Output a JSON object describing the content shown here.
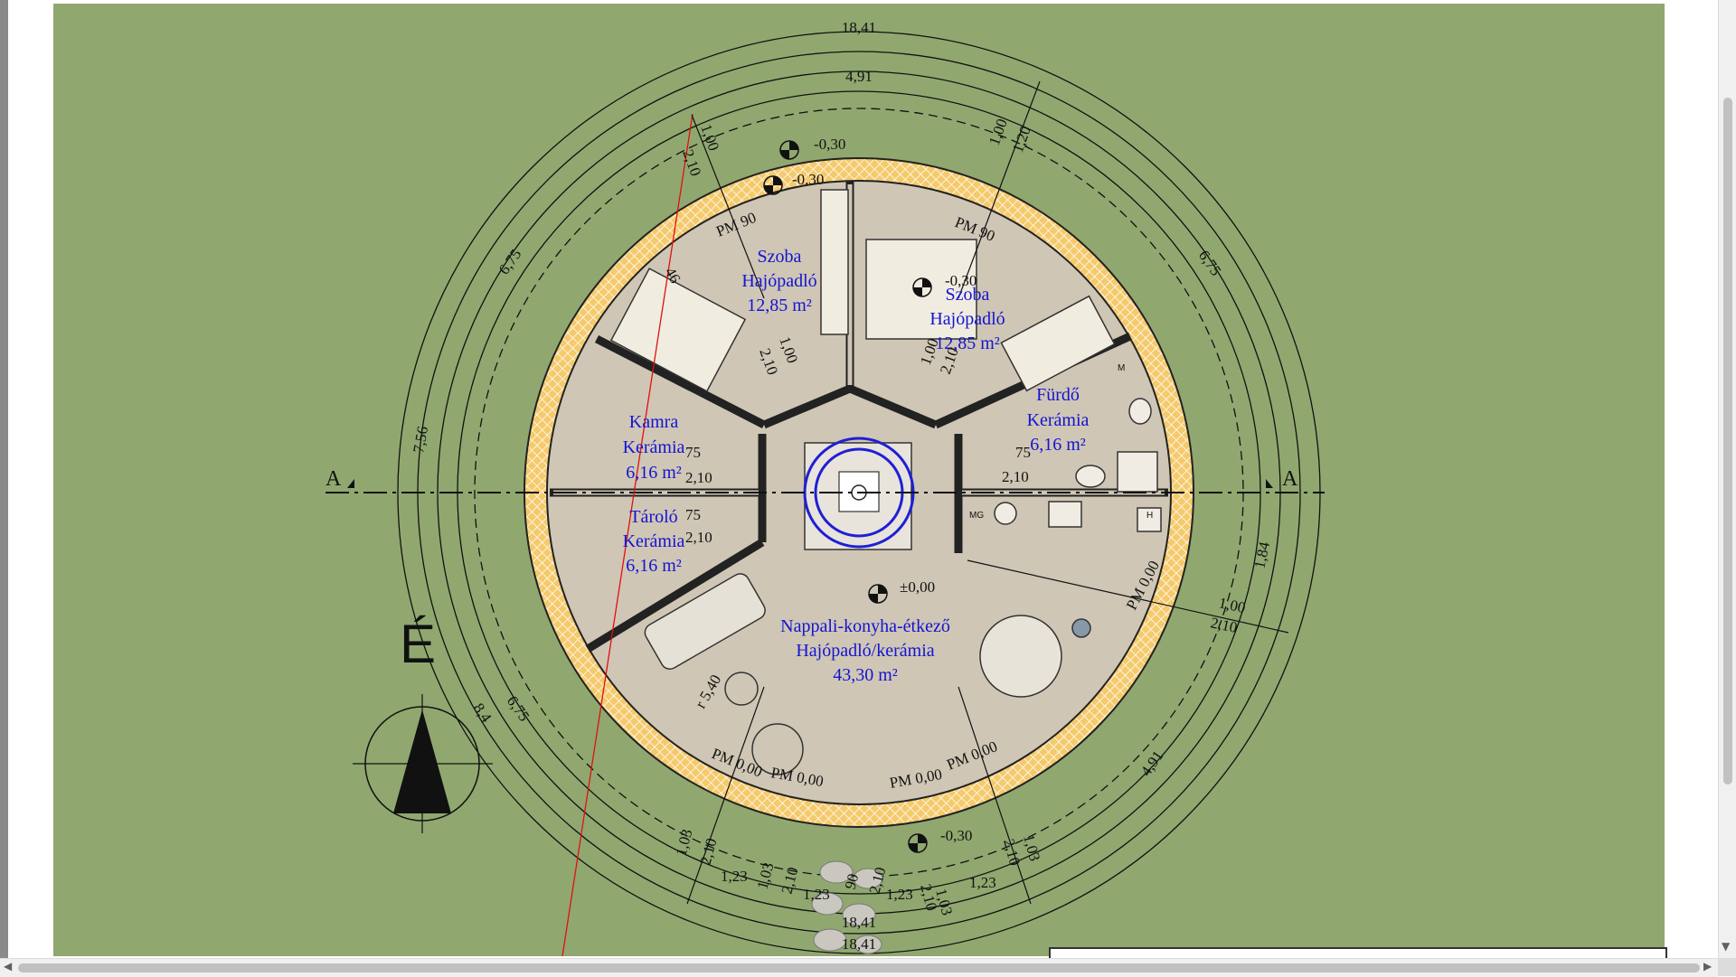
{
  "colors": {
    "grass": "#90a870",
    "floor": "#cfc6b5",
    "wall_fill": "#f5ca6c",
    "room_label": "#1414d2",
    "section_line": "#e01010",
    "stove_ring": "#1f1fd6"
  },
  "dimensions": {
    "overall_top": "18,41",
    "outer_top": "4,91",
    "upper_left_diag": "6,75",
    "upper_right_diag": "6,75",
    "left_vertical": "7,56",
    "lower_left_diag": "6,75",
    "lower_left_small": "8,4",
    "lower_right_diag": "4,91",
    "right_side": "1,84",
    "radius": "r 5,40",
    "bottom_a": "18,41",
    "bottom_b": "18,41",
    "top_window_left_a": "2,10",
    "top_window_left_b": "1,00",
    "top_window_right_a": "1,00",
    "top_window_right_b": "1,20",
    "bed_door_a": "1,00",
    "bed_door_b": "2,10",
    "bed2_door_a": "1,00",
    "bed2_door_b": "2,10",
    "room_diag": "46",
    "kamra_door_a": "75",
    "kamra_door_b": "2,10",
    "tarolo_door_a": "75",
    "tarolo_door_b": "2,10",
    "furdo_door_a": "75",
    "furdo_door_b": "2,10",
    "right_window_a": "1,00",
    "right_window_b": "2,10",
    "bottom_seq": [
      "1,03",
      "2,10",
      "1,23",
      "1,03",
      "2,10",
      "1,23",
      "90",
      "2,10",
      "1,23",
      "1,03",
      "2,10",
      "1,23",
      "2,10",
      "1,03"
    ]
  },
  "levels": {
    "top_outside": "-0,30",
    "top_entry": "-0,30",
    "bedroom2": "-0,30",
    "living": "±0,00",
    "bottom_outside": "-0,30"
  },
  "windows": {
    "pm_tl": "PM 90",
    "pm_tr": "PM 90",
    "pm_right": "PM 0,00",
    "pm_bl1": "PM 0,00",
    "pm_bl2": "PM 0,00",
    "pm_br1": "PM 0,00",
    "pm_br2": "PM 0,00"
  },
  "rooms": {
    "szoba1": {
      "name": "Szoba",
      "floor": "Hajópadló",
      "area": "12,85 m²"
    },
    "szoba2": {
      "name": "Szoba",
      "floor": "Hajópadló",
      "area": "12,85 m²"
    },
    "kamra": {
      "name": "Kamra",
      "floor": "Kerámia",
      "area": "6,16 m²"
    },
    "tarolo": {
      "name": "Tároló",
      "floor": "Kerámia",
      "area": "6,16 m²"
    },
    "furdo": {
      "name": "Fürdő",
      "floor": "Kerámia",
      "area": "6,16 m²"
    },
    "nappali": {
      "name": "Nappali-konyha-étkező",
      "floor": "Hajópadló/kerámia",
      "area": "43,30 m²"
    }
  },
  "fixtures": {
    "mg": "MG",
    "h": "H",
    "m": "M"
  },
  "section": {
    "left": "A",
    "right": "A"
  },
  "north": {
    "label": "É"
  }
}
